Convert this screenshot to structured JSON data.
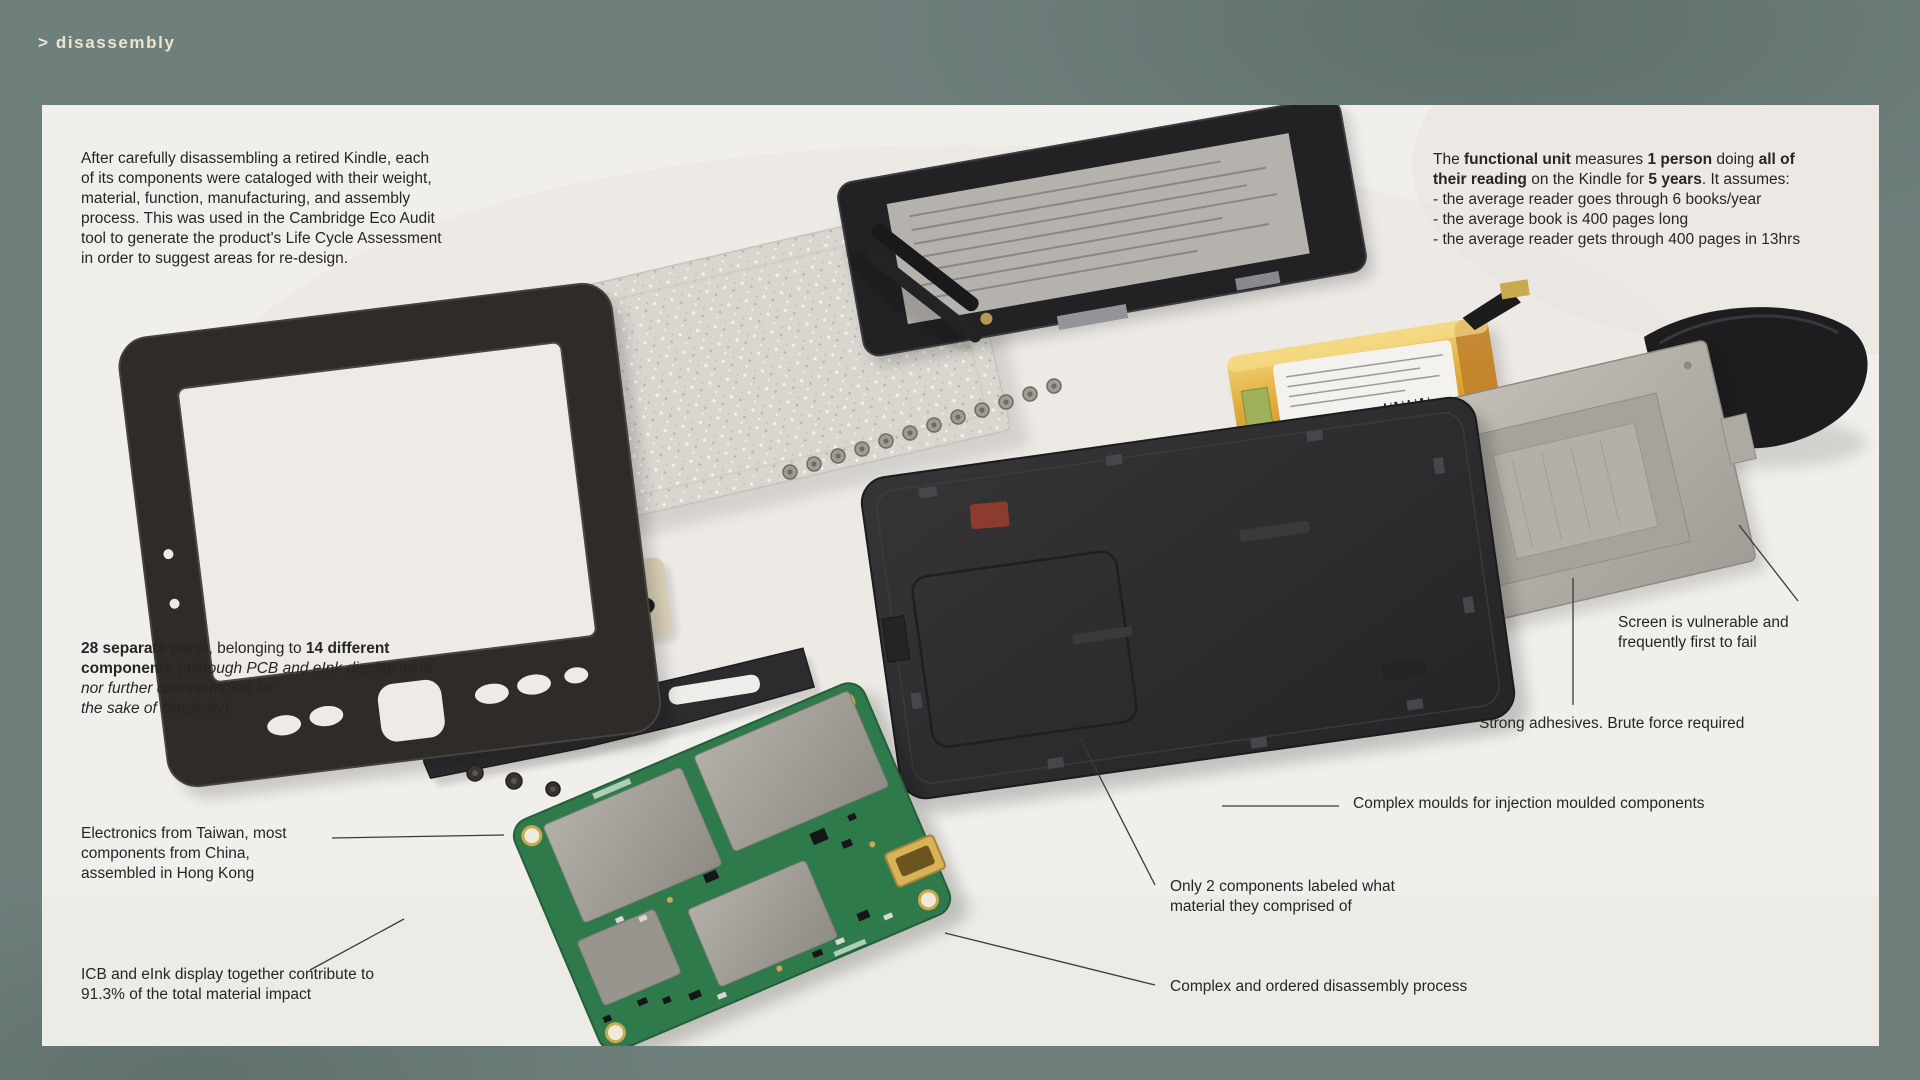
{
  "header": {
    "title": "> disassembly"
  },
  "colors": {
    "page_bg": "#6e7f7c",
    "header_text": "#ece4d3",
    "card_bg": "#f1efeb",
    "text_ink": "#262626",
    "callout_line": "#3a3a3a",
    "battery_yellow": "#e2ac3b",
    "pcb_green": "#2f7a4b",
    "back_cover_dark": "#2e2e30",
    "metal_plate": "#b7b3ac"
  },
  "intro": {
    "text": "After carefully disassembling a retired Kindle, each\nof its components were cataloged with their weight,\nmaterial, function, manufacturing, and assembly\nprocess. This was used in the Cambridge Eco Audit\ntool to generate the product's Life Cycle Assessment\nin order to suggest areas for re-design."
  },
  "functional_unit": {
    "s1": "The ",
    "s2": "functional unit",
    "s3": " measures ",
    "s4": "1 person",
    "s5": " doing ",
    "s6": "all of\ntheir reading",
    "s7": " on the Kindle for ",
    "s8": "5 years",
    "s9": ". It assumes:",
    "bullets": "\n- the average reader goes through 6 books/year\n- the average book is 400 pages long\n- the average reader gets through 400 pages in 13hrs"
  },
  "parts_note": {
    "s1": "28 separate parts",
    "s2": ", belonging to ",
    "s3": "14 different\ncomponents",
    "s4": " (although PCB and eInk display were\nnor further disassembled for\nthe sake of simplicity)."
  },
  "callouts": {
    "electronics": "Electronics from Taiwan, most\ncomponents from China,\nassembled in Hong Kong",
    "icb": "ICB and eInk display together contribute to\n91.3% of the total material impact",
    "screen": "Screen is vulnerable and\nfrequently first to fail",
    "adhesives": "Strong adhesives. Brute force required",
    "moulds": "Complex moulds for injection moulded components",
    "labeled": "Only 2 components labeled what\nmaterial they comprised of",
    "ordered": "Complex and ordered disassembly process"
  },
  "photo_parts": [
    "front-bezel",
    "adhesive-sheet",
    "eink-display-module",
    "button-rods",
    "battery",
    "corner-cover",
    "metal-shield-plate",
    "screw-row",
    "back-cover",
    "keypad-buttons",
    "support-bracket",
    "pcb-motherboard",
    "rubber-feet-screws"
  ]
}
